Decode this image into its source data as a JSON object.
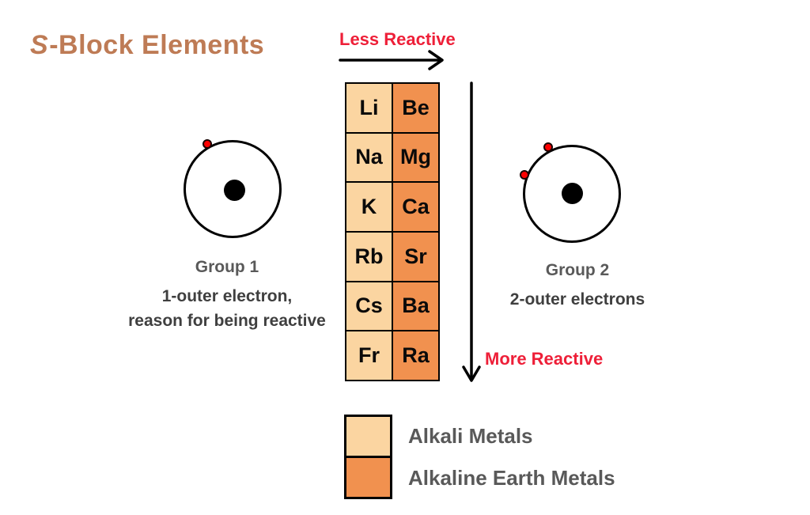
{
  "title": {
    "s_italic": "S",
    "rest": "-Block Elements"
  },
  "reactivity": {
    "less_label": "Less Reactive",
    "more_label": "More Reactive"
  },
  "element_table": {
    "rows": [
      {
        "alkali": "Li",
        "alkaline_earth": "Be"
      },
      {
        "alkali": "Na",
        "alkaline_earth": "Mg"
      },
      {
        "alkali": "K",
        "alkaline_earth": "Ca"
      },
      {
        "alkali": "Rb",
        "alkaline_earth": "Sr"
      },
      {
        "alkali": "Cs",
        "alkaline_earth": "Ba"
      },
      {
        "alkali": "Fr",
        "alkaline_earth": "Ra"
      }
    ]
  },
  "group1": {
    "name": "Group 1",
    "detail_line1": "1-outer electron,",
    "detail_line2": "reason for being reactive"
  },
  "group2": {
    "name": "Group 2",
    "detail_line1": "2-outer electrons"
  },
  "legend": {
    "alkali_label": "Alkali Metals",
    "alkaline_earth_label": "Alkaline Earth Metals"
  },
  "icons": {
    "less_reactive_arrow": "right-arrow",
    "more_reactive_arrow": "down-arrow",
    "electron": "red-dot",
    "nucleus": "black-dot"
  },
  "colors": {
    "title_brown": "#BE7B55",
    "accent_red": "#EE1F38",
    "alkali_fill": "#FBD5A1",
    "alkaline_earth_fill": "#F1914F",
    "label_gray": "#595959",
    "text_dark": "#3F3F3F",
    "line_black": "#000000"
  }
}
